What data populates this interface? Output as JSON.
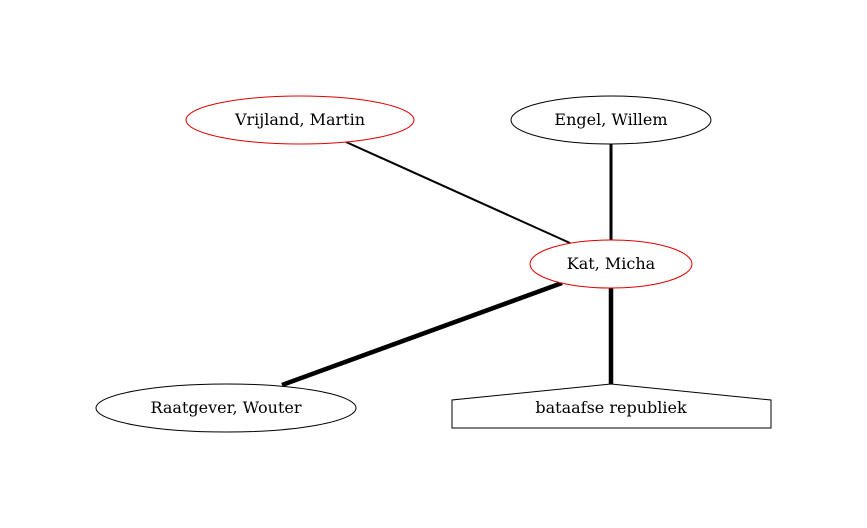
{
  "graph": {
    "nodes": [
      {
        "id": "vrijland",
        "label": "Vrijland, Martin",
        "shape": "ellipse",
        "stroke": "#e00000"
      },
      {
        "id": "engel",
        "label": "Engel, Willem",
        "shape": "ellipse",
        "stroke": "#000000"
      },
      {
        "id": "kat",
        "label": "Kat, Micha",
        "shape": "ellipse",
        "stroke": "#e00000"
      },
      {
        "id": "raatgever",
        "label": "Raatgever, Wouter",
        "shape": "ellipse",
        "stroke": "#000000"
      },
      {
        "id": "bataafse",
        "label": "bataafse republiek",
        "shape": "house",
        "stroke": "#000000"
      }
    ],
    "edges": [
      {
        "from": "vrijland",
        "to": "kat",
        "weight": 1
      },
      {
        "from": "engel",
        "to": "kat",
        "weight": 2
      },
      {
        "from": "kat",
        "to": "raatgever",
        "weight": 3
      },
      {
        "from": "kat",
        "to": "bataafse",
        "weight": 3
      }
    ]
  }
}
